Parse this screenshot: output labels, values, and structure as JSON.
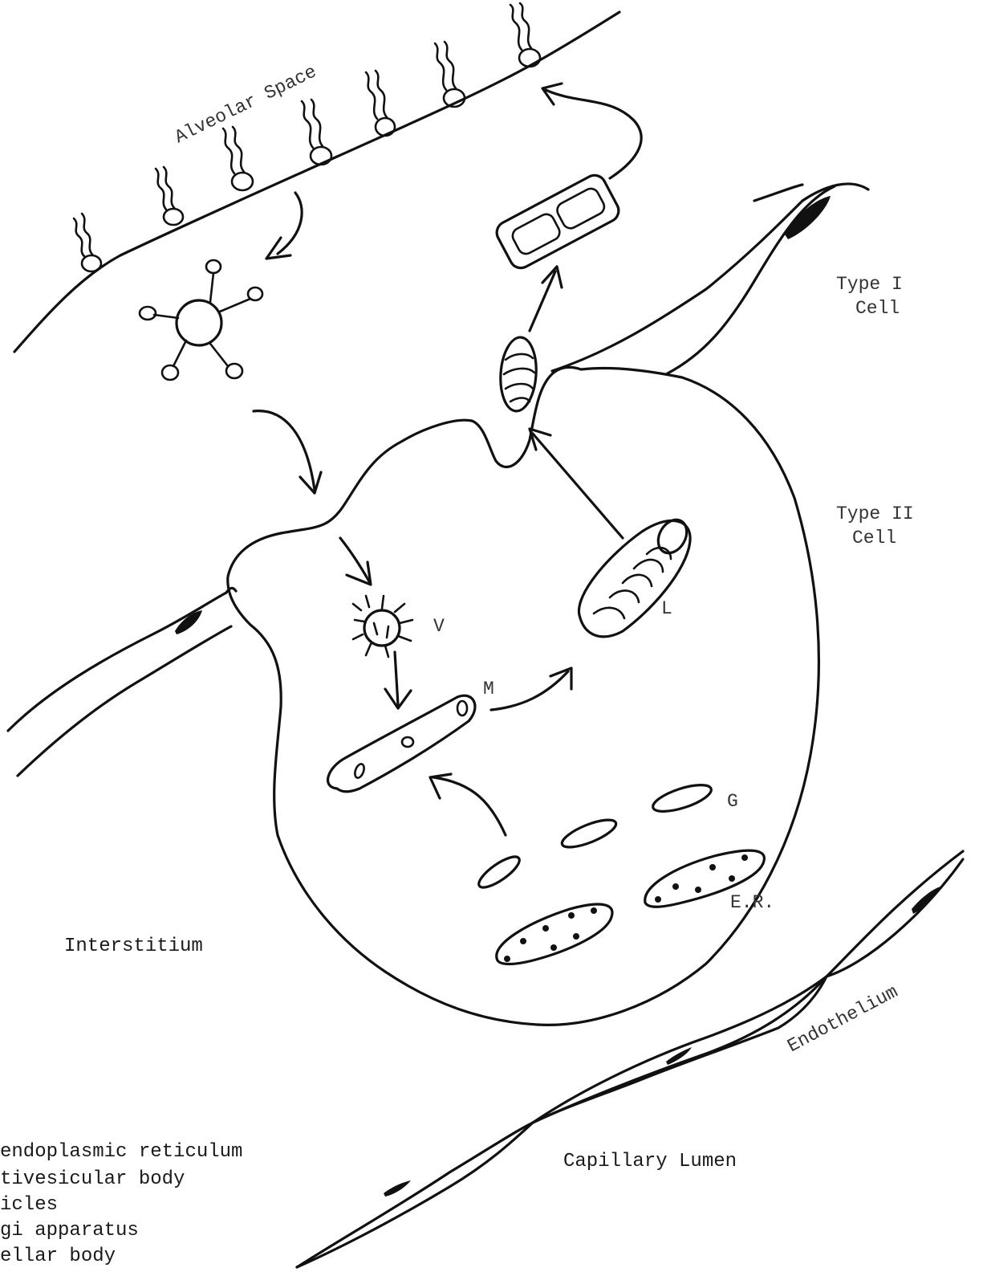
{
  "labels": {
    "alveolar_space": "Alveolar Space",
    "type1_line1": "Type I",
    "type1_line2": "Cell",
    "type2_line1": "Type II",
    "type2_line2": "Cell",
    "v": "V",
    "m": "M",
    "l": "L",
    "g": "G",
    "er": "E.R.",
    "interstitium": "Interstitium",
    "endothelium": "Endothelium",
    "capillary_lumen": "Capillary Lumen"
  },
  "legend": [
    "endoplasmic reticulum",
    "tivesicular body",
    "icles",
    "gi apparatus",
    "ellar body"
  ],
  "colors": {
    "ink": "#111111",
    "paper": "#ffffff"
  }
}
